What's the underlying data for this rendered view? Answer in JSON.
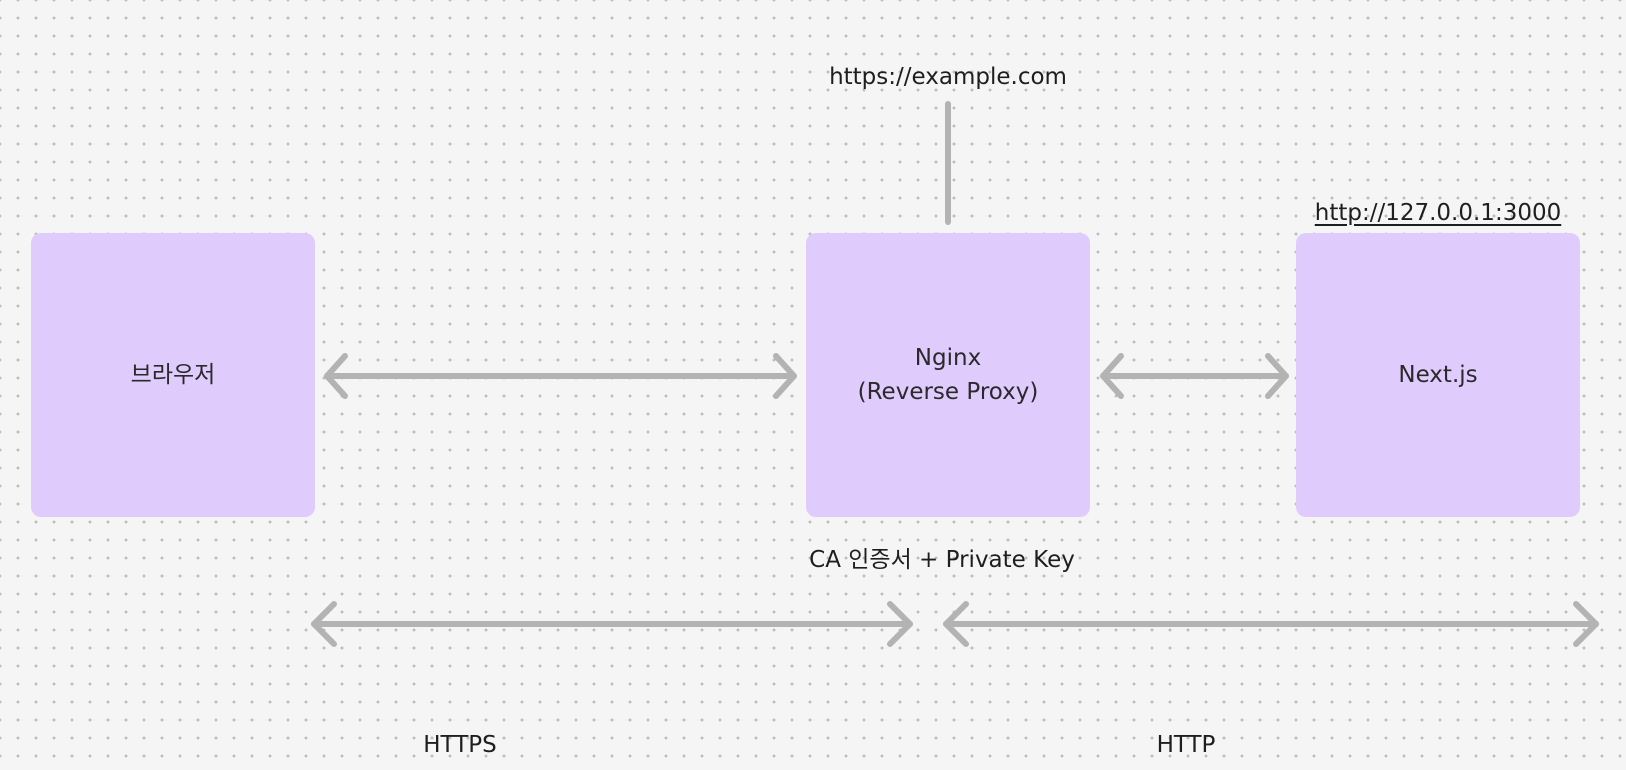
{
  "diagram": {
    "nodes": {
      "browser": {
        "label": "브라우저"
      },
      "nginx": {
        "label": "Nginx\n(Reverse Proxy)"
      },
      "next": {
        "label": "Next.js"
      }
    },
    "labels": {
      "public_url": "https://example.com",
      "local_url": "http://127.0.0.1:3000",
      "certificate": "CA 인증서 + Private Key",
      "https": "HTTPS",
      "http": "HTTP"
    },
    "colors": {
      "node_fill": "#e0cbfd",
      "connector": "#b3b3b3",
      "background": "#f5f5f5"
    }
  }
}
